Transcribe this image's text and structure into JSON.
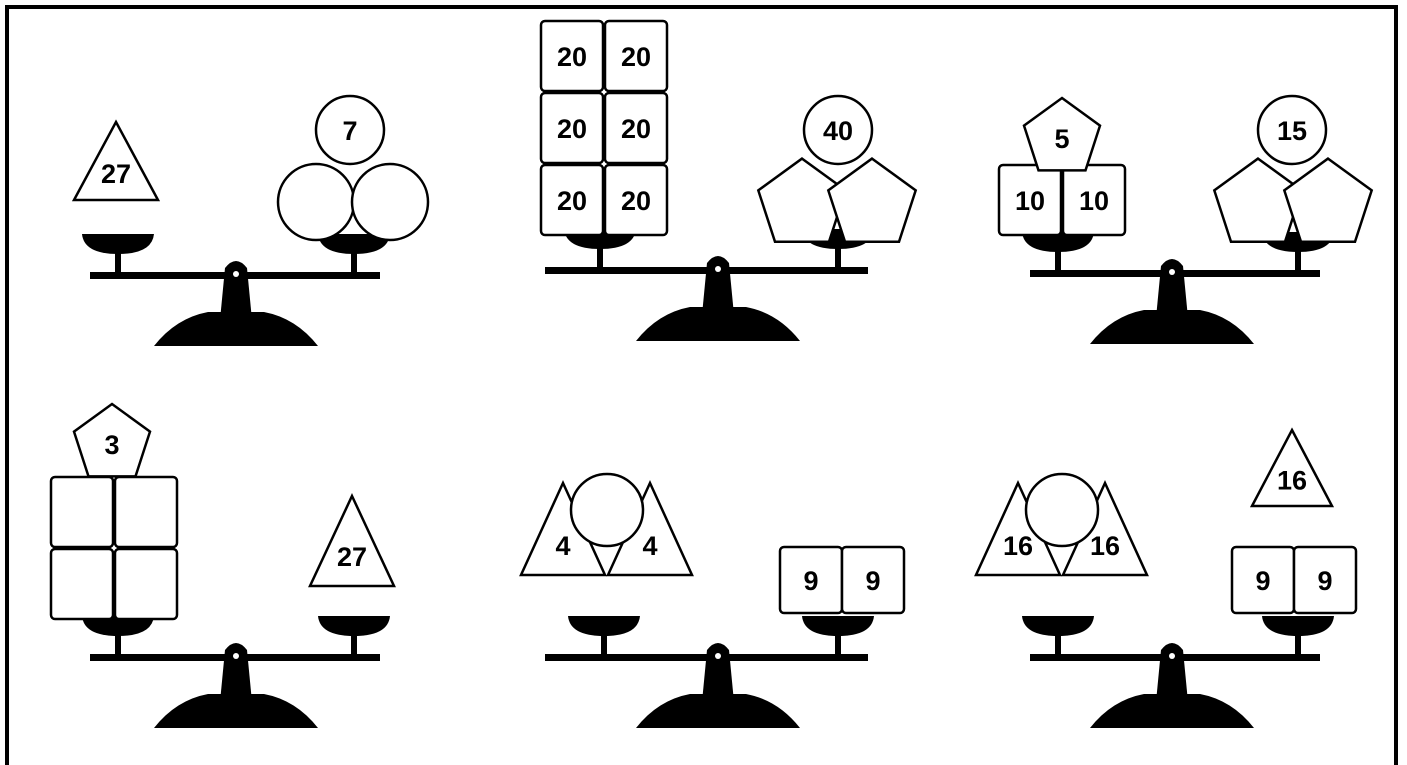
{
  "title": "",
  "colors": {
    "background": "#ffffff",
    "ink": "#000000",
    "shape_fill": "#ffffff"
  },
  "scales": [
    {
      "id": "scale-1",
      "left_pan": [
        {
          "shape": "triangle",
          "label": "27"
        }
      ],
      "right_pan": [
        {
          "shape": "circle",
          "label": ""
        },
        {
          "shape": "circle",
          "label": ""
        },
        {
          "shape": "circle",
          "label": "7"
        }
      ]
    },
    {
      "id": "scale-2",
      "left_pan": [
        {
          "shape": "square",
          "label": "20"
        },
        {
          "shape": "square",
          "label": "20"
        },
        {
          "shape": "square",
          "label": "20"
        },
        {
          "shape": "square",
          "label": "20"
        },
        {
          "shape": "square",
          "label": "20"
        },
        {
          "shape": "square",
          "label": "20"
        }
      ],
      "right_pan": [
        {
          "shape": "pentagon",
          "label": ""
        },
        {
          "shape": "pentagon",
          "label": ""
        },
        {
          "shape": "circle",
          "label": "40"
        }
      ]
    },
    {
      "id": "scale-3",
      "left_pan": [
        {
          "shape": "square",
          "label": "10"
        },
        {
          "shape": "square",
          "label": "10"
        },
        {
          "shape": "pentagon",
          "label": "5"
        }
      ],
      "right_pan": [
        {
          "shape": "pentagon",
          "label": ""
        },
        {
          "shape": "pentagon",
          "label": ""
        },
        {
          "shape": "circle",
          "label": "15"
        }
      ]
    },
    {
      "id": "scale-4",
      "left_pan": [
        {
          "shape": "square",
          "label": ""
        },
        {
          "shape": "square",
          "label": ""
        },
        {
          "shape": "square",
          "label": ""
        },
        {
          "shape": "square",
          "label": ""
        },
        {
          "shape": "pentagon",
          "label": "3"
        }
      ],
      "right_pan": [
        {
          "shape": "triangle",
          "label": "27"
        }
      ]
    },
    {
      "id": "scale-5",
      "left_pan": [
        {
          "shape": "triangle",
          "label": "4"
        },
        {
          "shape": "triangle",
          "label": "4"
        },
        {
          "shape": "circle",
          "label": ""
        }
      ],
      "right_pan": [
        {
          "shape": "square",
          "label": "9"
        },
        {
          "shape": "square",
          "label": "9"
        }
      ]
    },
    {
      "id": "scale-6",
      "left_pan": [
        {
          "shape": "triangle",
          "label": "16"
        },
        {
          "shape": "triangle",
          "label": "16"
        },
        {
          "shape": "circle",
          "label": ""
        }
      ],
      "right_pan": [
        {
          "shape": "square",
          "label": "9"
        },
        {
          "shape": "square",
          "label": "9"
        },
        {
          "shape": "triangle",
          "label": "16"
        }
      ]
    }
  ]
}
